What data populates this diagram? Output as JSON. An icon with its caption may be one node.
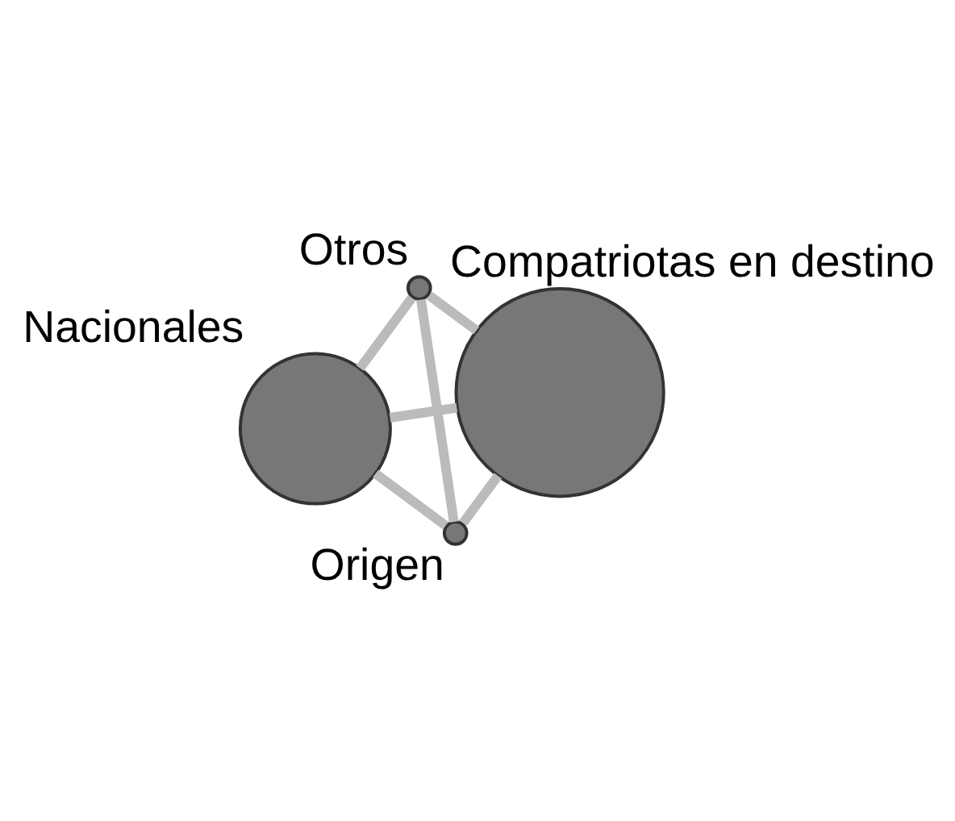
{
  "diagram": {
    "nodes": [
      {
        "text": [
          "Nacionales"
        ]
      },
      {
        "text": [
          "Compatriotas en destino"
        ]
      },
      {
        "text": [
          "Origen"
        ]
      },
      {
        "text": [
          "Otros"
        ]
      }
    ],
    "edges": [
      {
        "from": 0,
        "to": 1,
        "arrow": "none"
      },
      {
        "from": 0,
        "to": 3,
        "arrow": "none"
      },
      {
        "from": 0,
        "to": 2,
        "arrow": "none"
      },
      {
        "from": 1,
        "to": 2,
        "arrow": "none"
      },
      {
        "from": 1,
        "to": 3,
        "arrow": "none"
      },
      {
        "from": 3,
        "to": 2,
        "arrow": "none"
      }
    ]
  }
}
